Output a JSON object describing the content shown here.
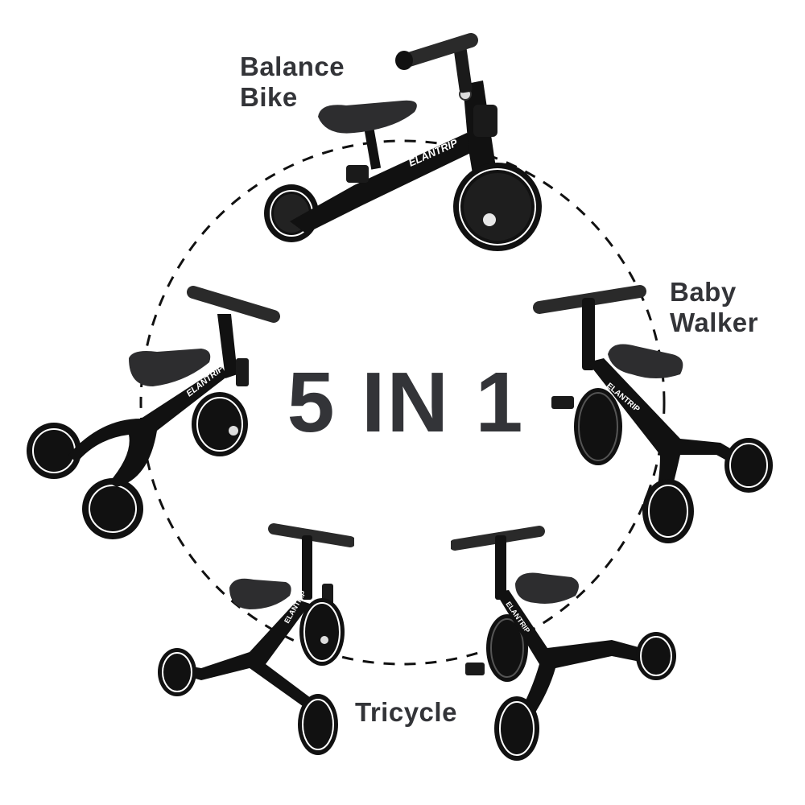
{
  "headline": "5 IN 1",
  "brand": "ELANTRIP",
  "labels": {
    "balance_bike": [
      "Balance",
      "Bike"
    ],
    "baby_walker": [
      "Baby",
      "Walker"
    ],
    "tricycle": [
      "Tricycle"
    ]
  },
  "colors": {
    "text": "#333438",
    "frame": "#111111",
    "seat": "#3a3a3c",
    "tire_stripe": "#ffffff",
    "background": "#ffffff",
    "dash": "#111111"
  }
}
